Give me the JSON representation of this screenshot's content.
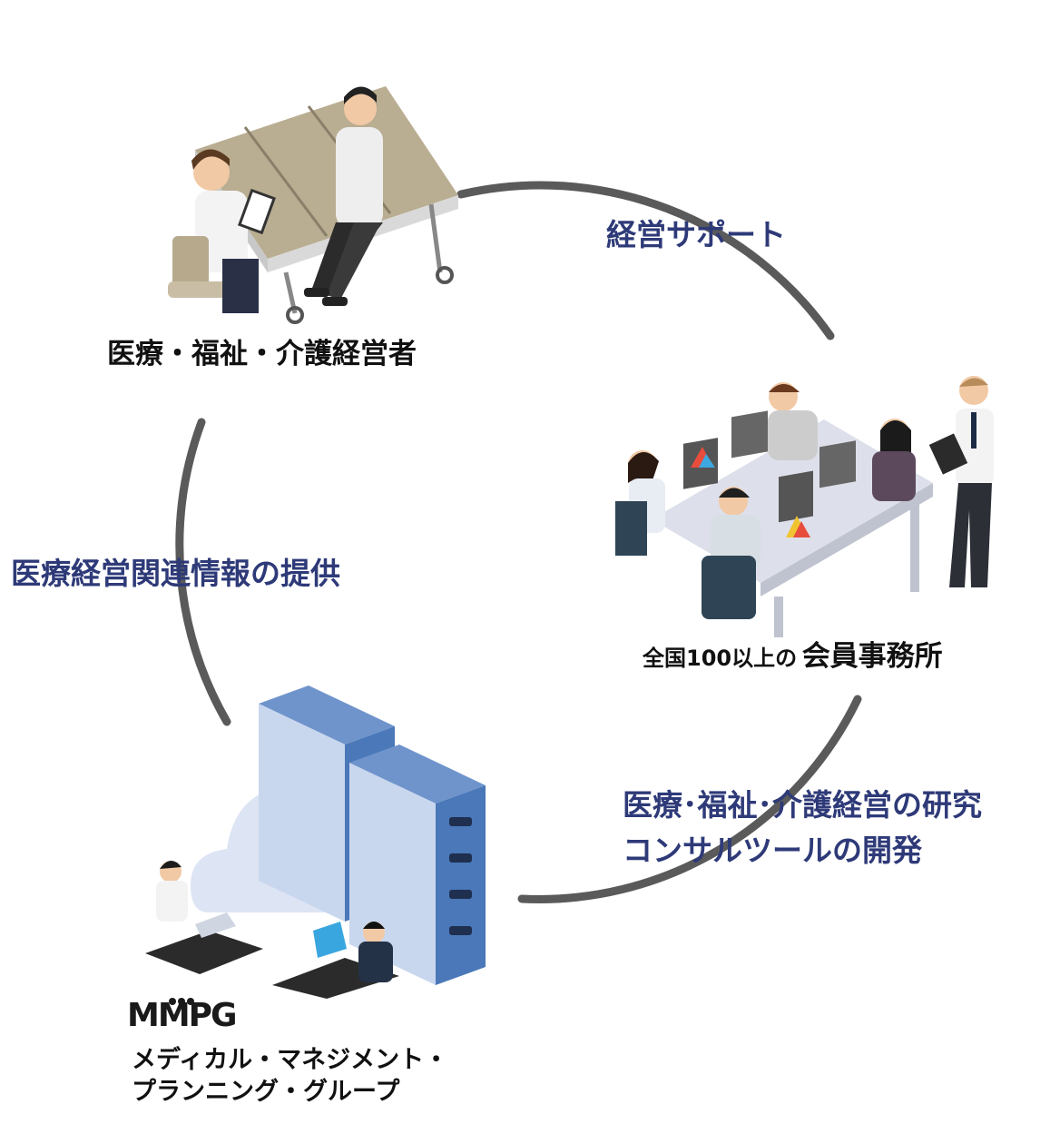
{
  "cycle_labels": {
    "top_right": "経営サポート",
    "left": "医療経営関連情報の提供",
    "bottom_right_line1": "医療･福祉･介護経営の研究",
    "bottom_right_line2": "コンサルツールの開発"
  },
  "nodes": {
    "top": {
      "label": "医療・福祉・介護経営者"
    },
    "right": {
      "label_small": "全国100以上の",
      "label_large": "会員事務所"
    },
    "bottom": {
      "logo_text": "MMPG",
      "line1": "メディカル・マネジメント・",
      "line2": "プランニング・グループ"
    }
  },
  "colors": {
    "cycle_stroke": "#5a5a5a",
    "label_blue": "#2e3a78",
    "server_blue": "#4a78b8",
    "cloud": "#dde4f4",
    "folder": "#f2c531"
  }
}
